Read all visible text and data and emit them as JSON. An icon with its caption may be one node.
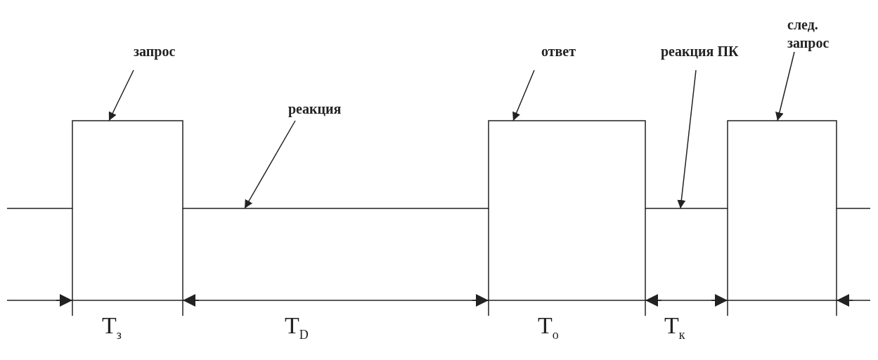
{
  "diagram": {
    "nodes": [
      {
        "text": [
          "запрос"
        ]
      },
      {
        "text": [
          "реакция"
        ]
      },
      {
        "text": [
          "ответ"
        ]
      },
      {
        "text": [
          "реакция ПК"
        ]
      },
      {
        "text": [
          "след. запрос"
        ]
      }
    ],
    "edges": [
      {
        "from": 0,
        "to": null,
        "arrow": "to"
      },
      {
        "from": 1,
        "to": null,
        "arrow": "to"
      },
      {
        "from": 2,
        "to": null,
        "arrow": "to"
      },
      {
        "from": 3,
        "to": null,
        "arrow": "to"
      },
      {
        "from": 4,
        "to": null,
        "arrow": "to"
      }
    ],
    "labels": [
      "T$_{з}$",
      "T$_{D}$",
      "T$_{о}$",
      "T$_{к}$"
    ]
  }
}
